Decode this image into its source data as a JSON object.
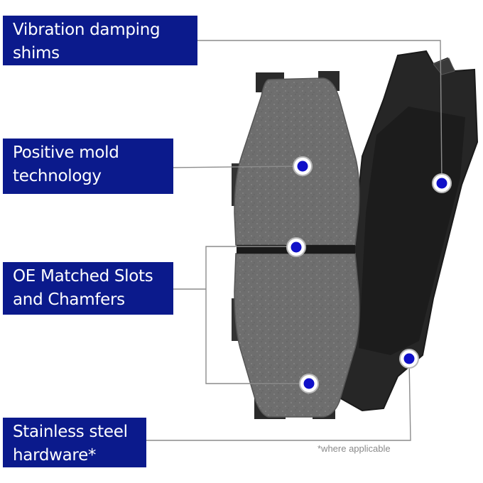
{
  "callouts": [
    {
      "line1": "Vibration damping",
      "line2": "shims"
    },
    {
      "line1": "Positive mold",
      "line2": "technology"
    },
    {
      "line1": "OE Matched Slots",
      "line2": "and Chamfers"
    },
    {
      "line1": "Stainless steel",
      "line2": "hardware*"
    }
  ],
  "footnote": "*where applicable",
  "colors": {
    "label_bg": "#0b1a8c",
    "label_text": "#ffffff",
    "marker": "#1010c8",
    "pad_friction": "#6a6a6a",
    "backing_plate": "#262626"
  }
}
